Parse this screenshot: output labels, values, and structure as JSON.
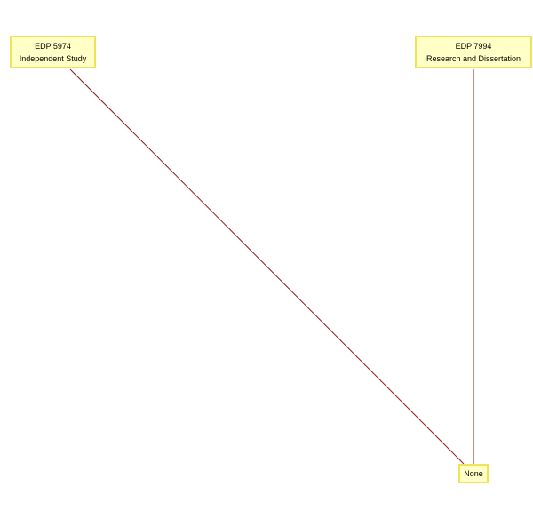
{
  "nodes": {
    "edp5974": {
      "code": "EDP 5974",
      "title": "Independent Study"
    },
    "edp7994": {
      "code": "EDP 7994",
      "title": "Research and Dissertation"
    },
    "none": {
      "label": "None"
    }
  },
  "edges": [
    {
      "from": "edp5974",
      "to": "none"
    },
    {
      "from": "edp7994",
      "to": "none"
    }
  ],
  "colors": {
    "node_fill": "#ffffc6",
    "node_border": "#f0e35a",
    "edge": "#8b1a1a"
  }
}
